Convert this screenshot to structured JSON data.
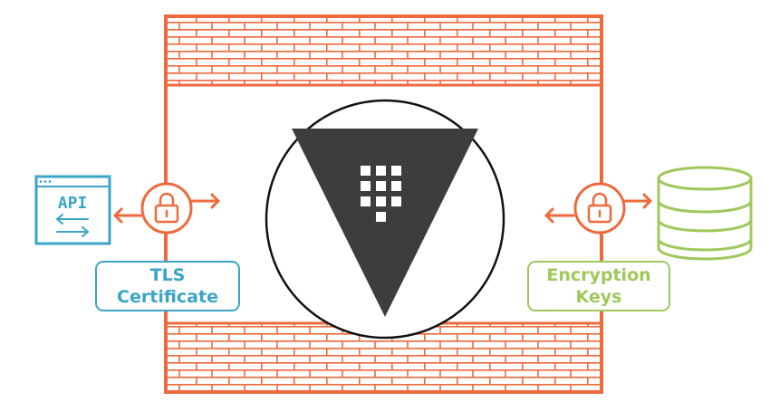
{
  "colors": {
    "wall": "#ec6a3e",
    "brick_fill": "#f5b49a",
    "vault_dark": "#3d3d3f",
    "api_blue": "#3aa5c6",
    "storage_green": "#9fc85c",
    "background": "#ffffff"
  },
  "api_panel": {
    "label": "API",
    "icon": "api-window-icon"
  },
  "tls_label": {
    "line1": "TLS",
    "line2": "Certificate"
  },
  "encryption_label": {
    "line1": "Encryption",
    "line2": "Keys"
  },
  "icons": {
    "left_lock": "padlock-icon",
    "right_lock": "padlock-icon",
    "vault": "vault-triangle-logo",
    "storage": "database-icon"
  }
}
